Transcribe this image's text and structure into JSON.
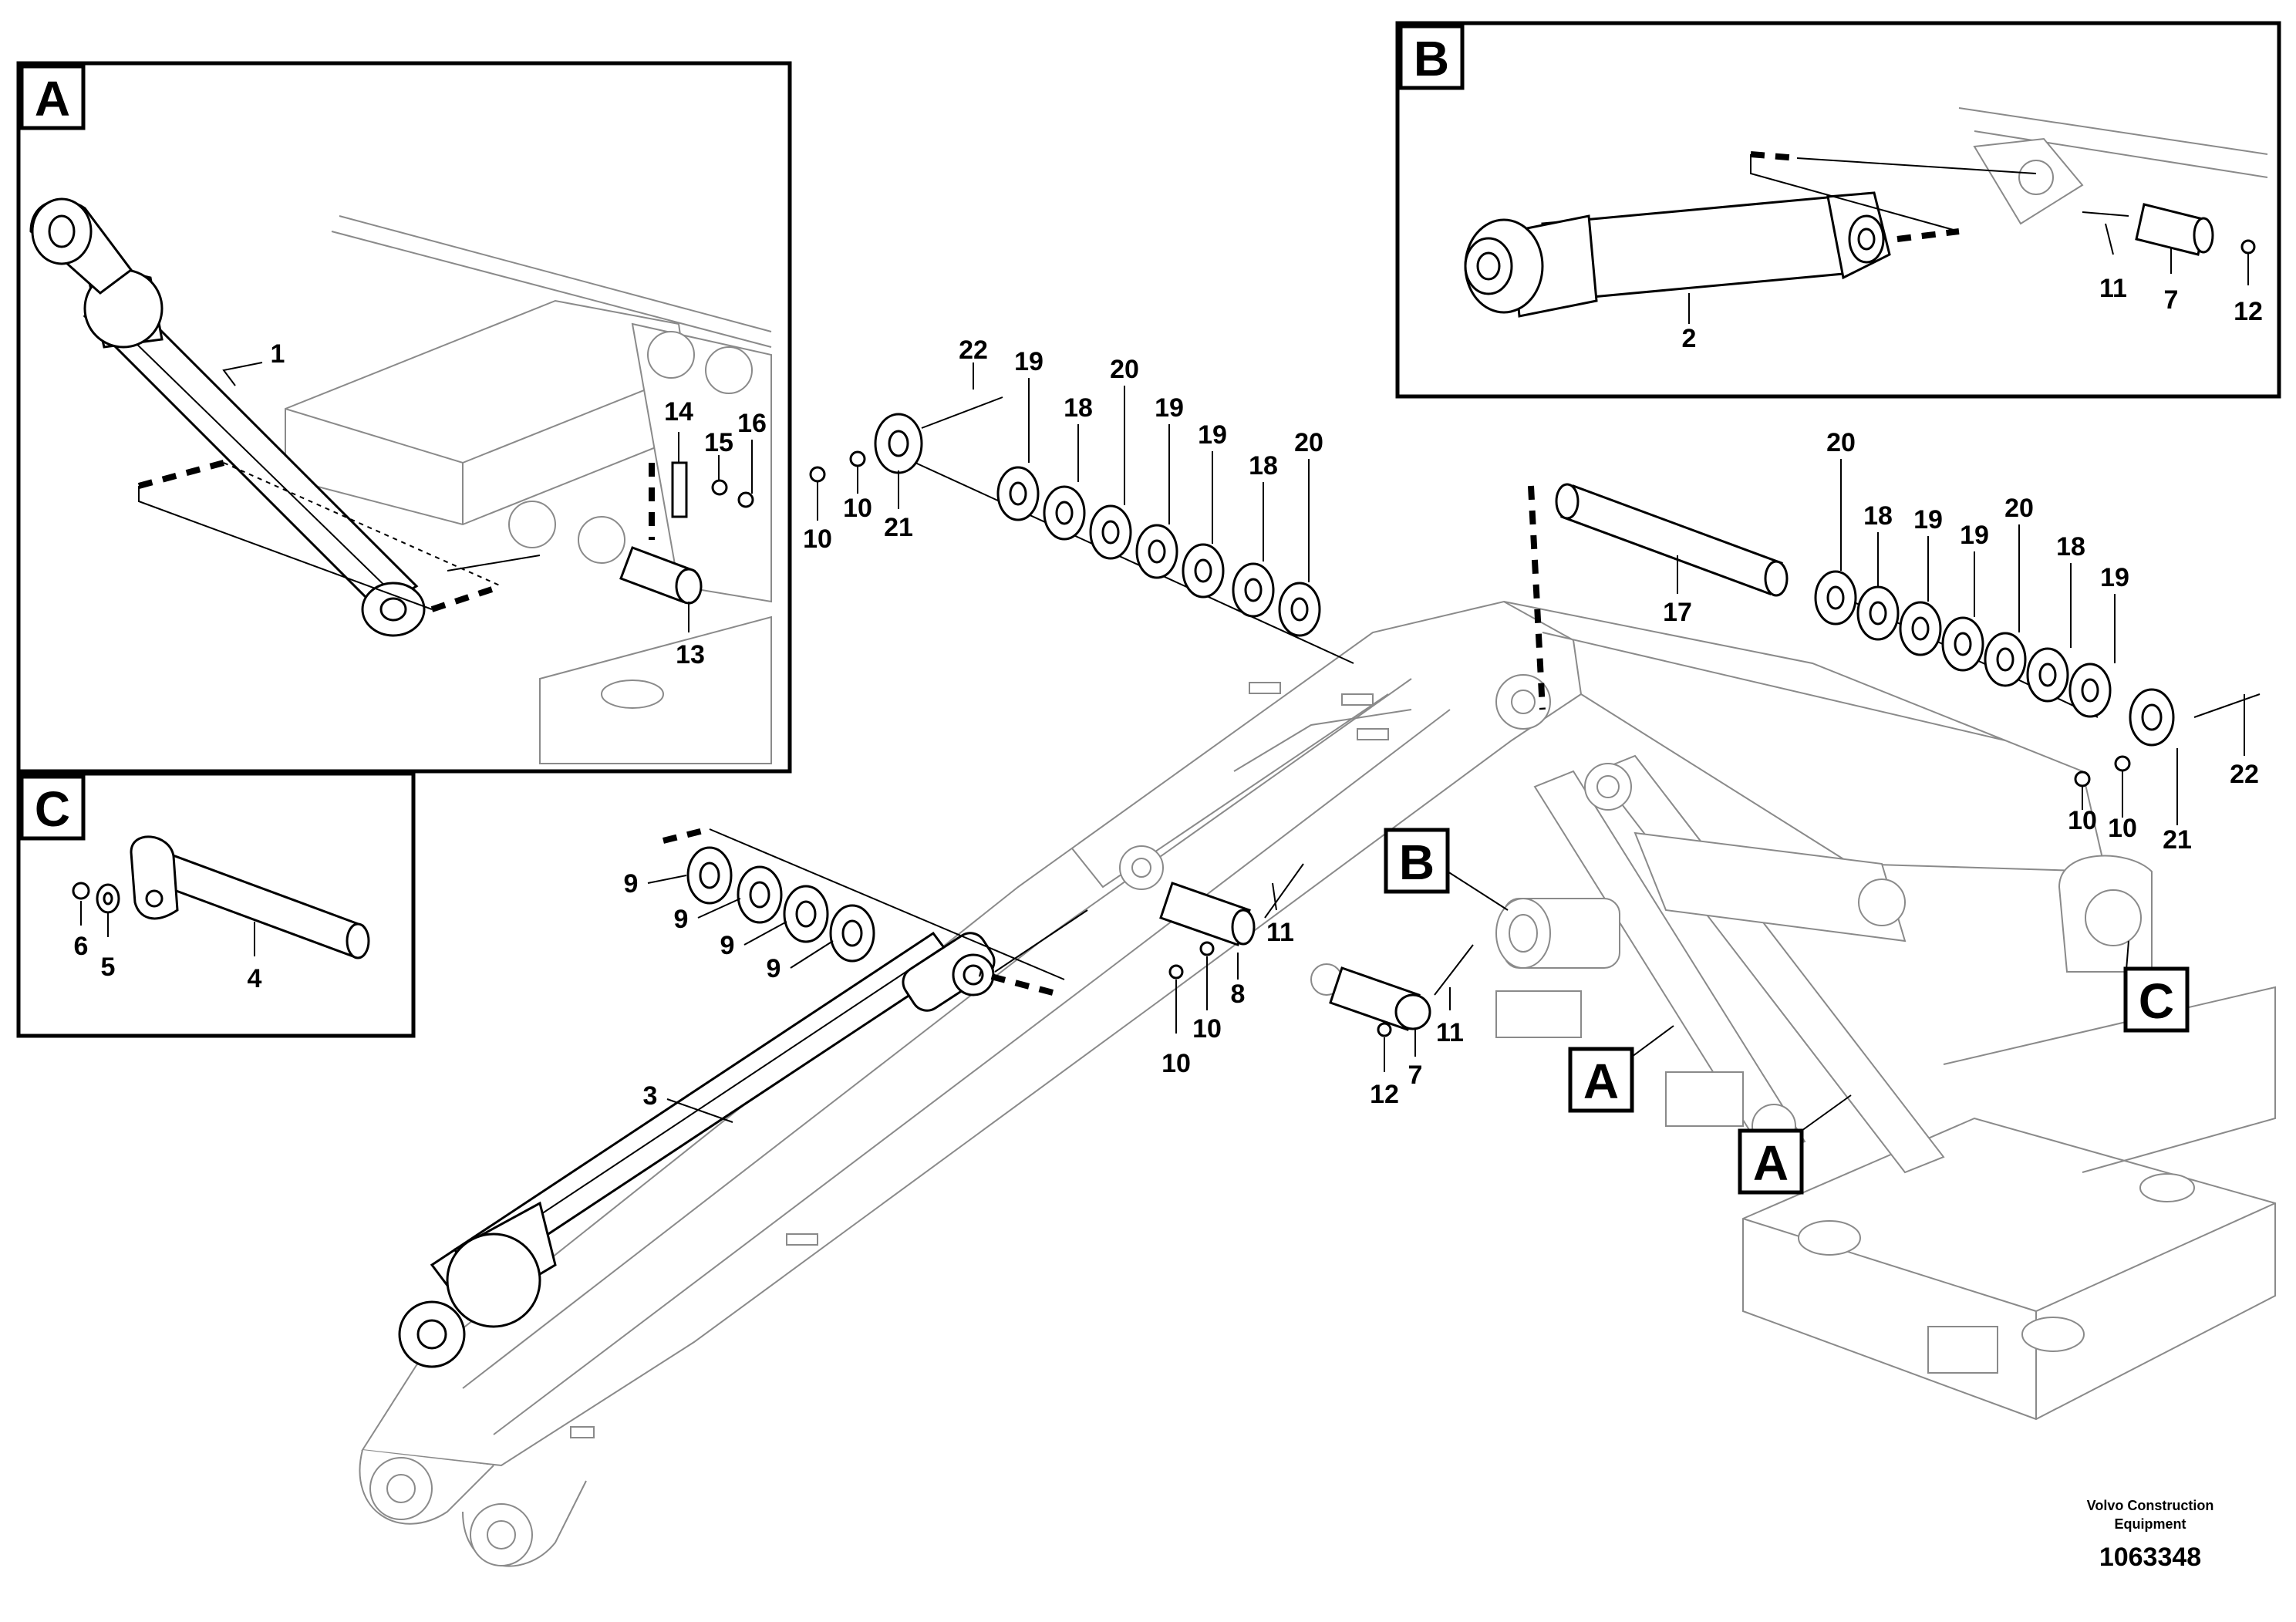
{
  "insets": {
    "A": {
      "letter": "A",
      "labels": [
        "1",
        "14",
        "15",
        "16",
        "13"
      ]
    },
    "B": {
      "letter": "B",
      "labels": [
        "2",
        "11",
        "7",
        "12"
      ]
    },
    "C": {
      "letter": "C",
      "labels": [
        "6",
        "5",
        "4"
      ]
    }
  },
  "main": {
    "callouts": [
      "B",
      "A",
      "A",
      "C"
    ],
    "labels": {
      "upper_stack": [
        "22",
        "19",
        "20",
        "19",
        "19",
        "20",
        "18",
        "18",
        "10",
        "10",
        "21"
      ],
      "right_stack": [
        "20",
        "18",
        "19",
        "19",
        "20",
        "18",
        "19",
        "17",
        "10",
        "10",
        "21",
        "22"
      ],
      "left_washers": [
        "9",
        "9",
        "9",
        "9"
      ],
      "pin_8_group": [
        "11",
        "8",
        "10",
        "10"
      ],
      "pin_7_group": [
        "11",
        "7",
        "12"
      ],
      "cylinder": "3"
    }
  },
  "footer": {
    "company_line1": "Volvo Construction",
    "company_line2": "Equipment",
    "drawing_number": "1063348"
  }
}
